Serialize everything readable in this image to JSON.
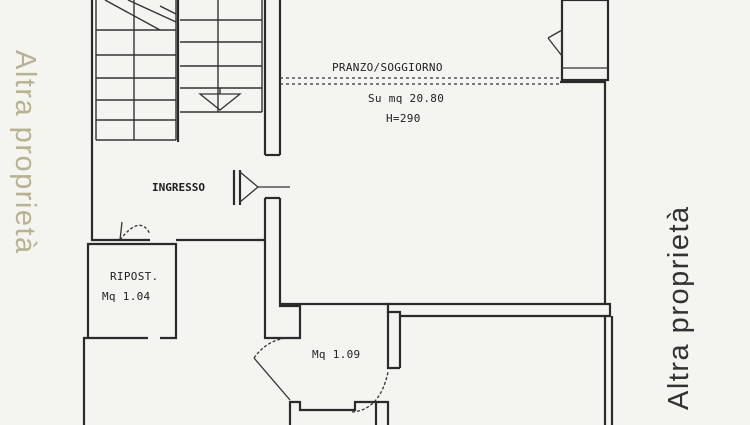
{
  "plan": {
    "living_label": "PRANZO/SOGGIORNO",
    "living_area": "Su mq 20.80",
    "living_height": "H=290",
    "entrance_label": "INGRESSO",
    "storage_label": "RIPOST.",
    "storage_area": "Mq 1.04",
    "small_room_area": "Mq 1.09",
    "right_side_text": "Altra proprietà",
    "left_side_text": "Altra proprietà"
  },
  "colors": {
    "paper": "#f4f5f1",
    "ink": "#2b2b2b",
    "faded_ink": "#b8b290"
  }
}
